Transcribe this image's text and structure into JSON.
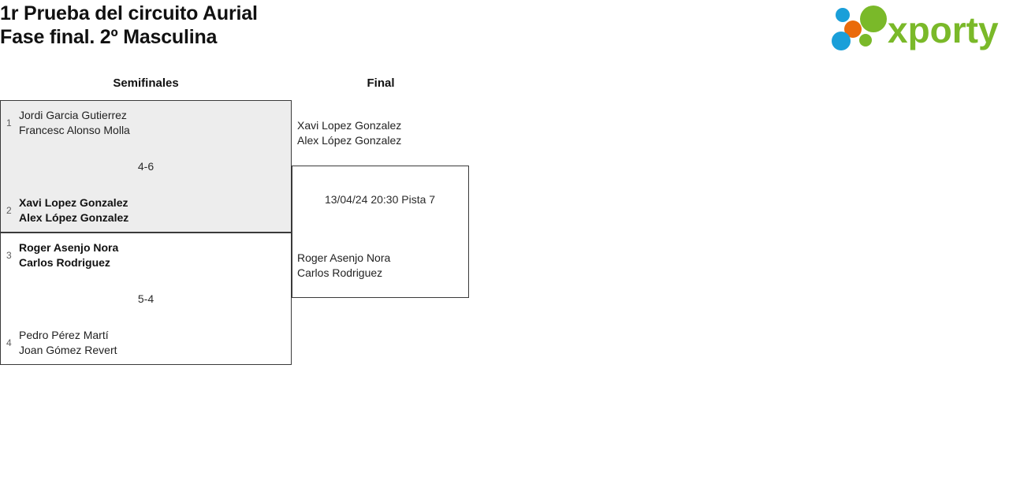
{
  "header": {
    "title_line1": "1r Prueba del circuito Aurial",
    "title_line2": "Fase final. 2º Masculina",
    "logo_text": "xporty",
    "logo_colors": {
      "green": "#7ab929",
      "blue": "#1a9fd9",
      "orange": "#ea6a0a"
    }
  },
  "rounds": [
    {
      "name": "Semifinales"
    },
    {
      "name": "Final"
    }
  ],
  "matches": {
    "semifinal_1": {
      "top": {
        "seed": "1",
        "player1": "Jordi Garcia Gutierrez",
        "player2": "Francesc Alonso Molla",
        "winner": false
      },
      "bottom": {
        "seed": "2",
        "player1": "Xavi Lopez Gonzalez",
        "player2": "Alex López Gonzalez",
        "winner": true
      },
      "score": "4-6"
    },
    "semifinal_2": {
      "top": {
        "seed": "3",
        "player1": "Roger Asenjo Nora",
        "player2": "Carlos Rodriguez",
        "winner": true
      },
      "bottom": {
        "seed": "4",
        "player1": "Pedro Pérez Martí",
        "player2": "Joan Gómez Revert",
        "winner": false
      },
      "score": "5-4"
    },
    "final": {
      "top": {
        "player1": "Xavi Lopez Gonzalez",
        "player2": "Alex López Gonzalez"
      },
      "bottom": {
        "player1": "Roger Asenjo Nora",
        "player2": "Carlos Rodriguez"
      },
      "info": "13/04/24 20:30 Pista 7"
    }
  }
}
